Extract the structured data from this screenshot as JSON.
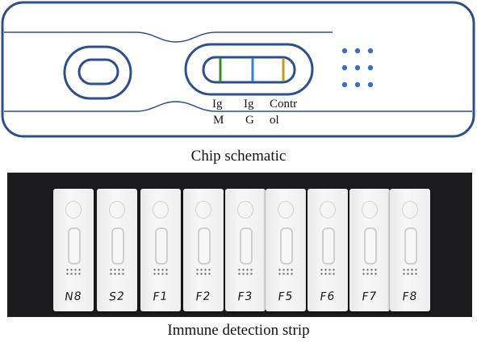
{
  "schematic": {
    "labels": [
      {
        "line1": "Ig",
        "line2": "M"
      },
      {
        "line1": "Ig",
        "line2": "G"
      },
      {
        "line1": "Contr",
        "line2": "ol"
      }
    ],
    "colors": {
      "outline": "#2d4f8c",
      "igm_line": "#3c8c2c",
      "igg_line": "#3a7fd0",
      "control_line": "#c49a1a",
      "dots": "#3c6fc0"
    }
  },
  "captions": {
    "schematic": "Chip schematic",
    "photo": "Immune detection strip"
  },
  "strips": [
    "N8",
    "S2",
    "F1",
    "F2",
    "F3",
    "F5",
    "F6",
    "F7",
    "F8"
  ]
}
